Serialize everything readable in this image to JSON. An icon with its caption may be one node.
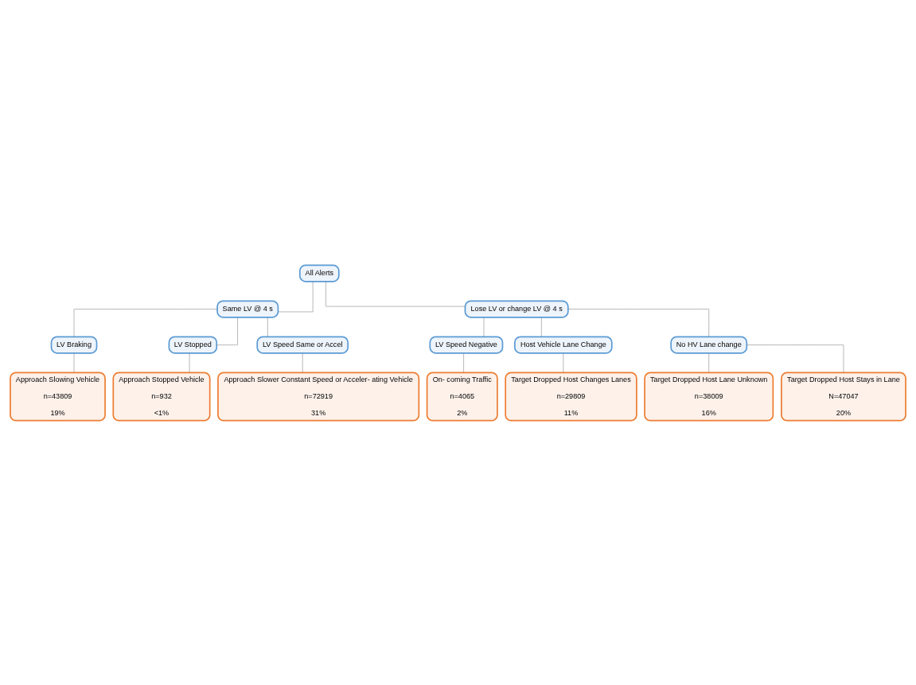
{
  "diagram": {
    "nodes": [
      {
        "text": [
          "All Alerts"
        ]
      },
      {
        "text": [
          "Same LV @ 4 s"
        ]
      },
      {
        "text": [
          "Lose LV or change LV @ 4 s"
        ]
      },
      {
        "text": [
          "LV Braking"
        ]
      },
      {
        "text": [
          "LV Stopped"
        ]
      },
      {
        "text": [
          "LV Speed Same or Accel"
        ]
      },
      {
        "text": [
          "LV Speed Negative"
        ]
      },
      {
        "text": [
          "Host Vehicle Lane Change"
        ]
      },
      {
        "text": [
          "No HV Lane change"
        ]
      },
      {
        "text": [
          "Approach Slowing Vehicle",
          "n=43809",
          "19%"
        ]
      },
      {
        "text": [
          "Approach Stopped Vehicle",
          "n=932",
          "<1%"
        ]
      },
      {
        "text": [
          "Approach Slower Constant Speed or Acceler- ating Vehicle",
          "n=72919",
          "31%"
        ]
      },
      {
        "text": [
          "On- coming Traffic",
          "n=4065",
          "2%"
        ]
      },
      {
        "text": [
          "Target Dropped Host Changes Lanes",
          "n=29809",
          "11%"
        ]
      },
      {
        "text": [
          "Target Dropped Host Lane Unknown",
          "n=38009",
          "16%"
        ]
      },
      {
        "text": [
          "Target Dropped Host Stays in Lane",
          "N=47047",
          "20%"
        ]
      }
    ],
    "edges": [
      {
        "from": 0,
        "to": 1,
        "arrow": "none"
      },
      {
        "from": 0,
        "to": 2,
        "arrow": "none"
      },
      {
        "from": 1,
        "to": 3,
        "arrow": "none"
      },
      {
        "from": 1,
        "to": 4,
        "arrow": "none"
      },
      {
        "from": 1,
        "to": 5,
        "arrow": "none"
      },
      {
        "from": 2,
        "to": 6,
        "arrow": "none"
      },
      {
        "from": 2,
        "to": 7,
        "arrow": "none"
      },
      {
        "from": 2,
        "to": 8,
        "arrow": "none"
      },
      {
        "from": 3,
        "to": 9,
        "arrow": "none"
      },
      {
        "from": 4,
        "to": 10,
        "arrow": "none"
      },
      {
        "from": 5,
        "to": 11,
        "arrow": "none"
      },
      {
        "from": 6,
        "to": 12,
        "arrow": "none"
      },
      {
        "from": 7,
        "to": 13,
        "arrow": "none"
      },
      {
        "from": 8,
        "to": 14,
        "arrow": "none"
      },
      {
        "from": 8,
        "to": 15,
        "arrow": "none"
      }
    ]
  }
}
